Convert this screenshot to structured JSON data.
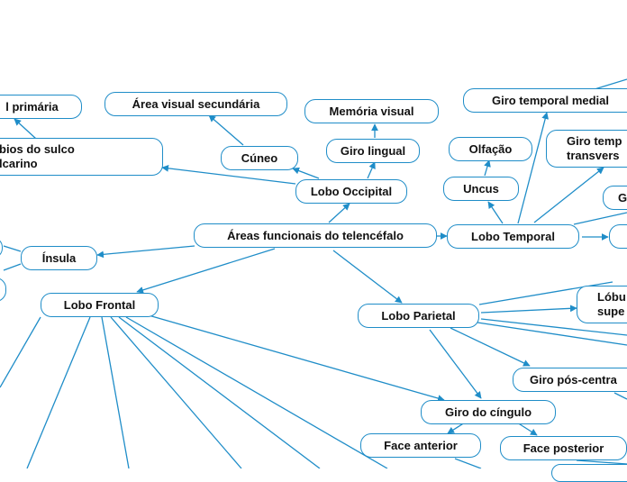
{
  "diagram": {
    "edge_color": "#1f8dc8",
    "center": "Áreas funcionais do telencéfalo",
    "nodes": {
      "area_visual_primaria": "l primária",
      "labios_sulco": "bios do sulco\nlcarino",
      "area_visual_secundaria": "Área visual secundária",
      "cuneo": "Cúneo",
      "memoria_visual": "Memória visual",
      "giro_lingual": "Giro lingual",
      "lobo_occipital": "Lobo Occipital",
      "olfacao": "Olfação",
      "uncus": "Uncus",
      "giro_temporal_medial": "Giro temporal medial",
      "giro_temporal_transverso": "Giro temp\ntransvers",
      "giro_g": "G",
      "lobo_temporal": "Lobo Temporal",
      "insula": "Ínsula",
      "lobo_frontal": "Lobo Frontal",
      "lobo_parietal": "Lobo Parietal",
      "lobulo_superior": "Lóbu\nsupe",
      "giro_pos_central": "Giro pós-centra",
      "giro_do_cingulo": "Giro do cíngulo",
      "face_anterior": "Face anterior",
      "face_posterior": "Face posterior"
    }
  }
}
